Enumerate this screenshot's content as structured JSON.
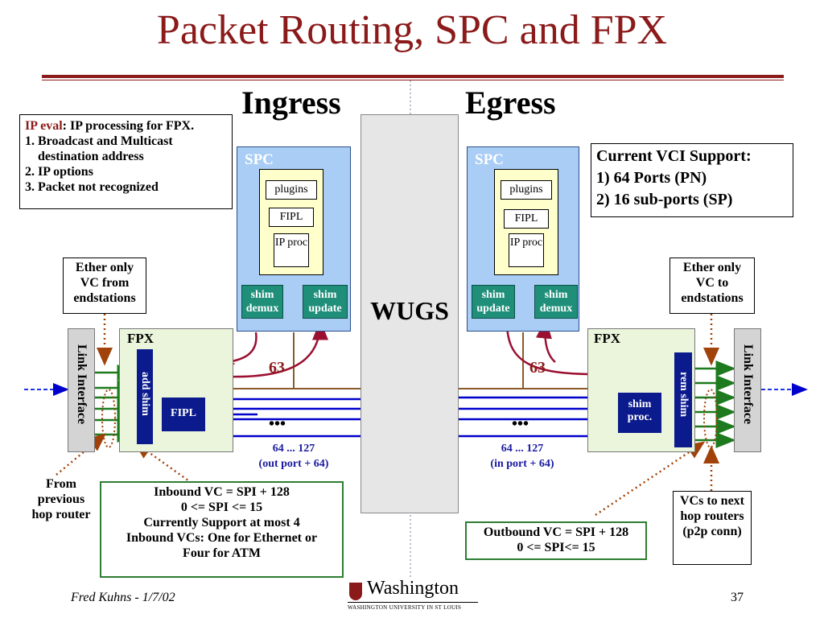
{
  "title": "Packet Routing, SPC and FPX",
  "ingress_label": "Ingress",
  "egress_label": "Egress",
  "wugs_label": "WUGS",
  "ip_eval": {
    "term": "IP eval",
    "desc": ": IP processing for FPX.",
    "items": [
      "Broadcast and Multicast destination address",
      "IP options",
      "Packet not recognized"
    ]
  },
  "vci_support": {
    "title": "Current VCI Support:",
    "lines": [
      "1) 64 Ports (PN)",
      "2) 16 sub-ports (SP)"
    ]
  },
  "ingress": {
    "spc_label": "SPC",
    "plugins": "plugins",
    "fipl": "FIPL",
    "ip_proc": "IP proc",
    "shim_left": "shim demux",
    "shim_right": "shim update",
    "fpx_label": "FPX",
    "add_shim": "add shim",
    "fpx_fipl": "FIPL",
    "link_interface": "Link Interface",
    "port63": "63",
    "dots": "•••",
    "ports_range": "64 ... 127",
    "ports_note": "(out port + 64)",
    "ether_note": "Ether only VC from endstations",
    "from_note": "From previous hop router",
    "inbound_box": [
      "Inbound VC = SPI + 128",
      "0 <= SPI <= 15",
      "Currently Support at most 4",
      "Inbound VCs: One for Ethernet or",
      "Four for ATM"
    ]
  },
  "egress": {
    "spc_label": "SPC",
    "plugins": "plugins",
    "fipl": "FIPL",
    "ip_proc": "IP proc",
    "shim_left": "shim update",
    "shim_right": "shim demux",
    "fpx_label": "FPX",
    "rem_shim": "rem shim",
    "shim_proc": "shim proc.",
    "link_interface": "Link Interface",
    "port63": "63",
    "dots": "•••",
    "ports_range": "64 ... 127",
    "ports_note": "(in port + 64)",
    "ether_note": "Ether only VC to endstations",
    "vcs_note": "VCs to next hop routers (p2p conn)",
    "outbound_box": [
      "Outbound VC = SPI + 128",
      "0 <= SPI<= 15"
    ]
  },
  "footer": {
    "author": "Fred Kuhns - 1/7/02",
    "logo_text": "Washington",
    "logo_sub": "WASHINGTON UNIVERSITY IN ST LOUIS",
    "page": "37"
  },
  "colors": {
    "title": "#8b1a1a",
    "spc": "#a9cdf5",
    "shim": "#1f8f7a",
    "fpx": "#ebf5dc",
    "navy": "#0b1a8c",
    "green": "#2e7d32",
    "blue": "#1a1aa0"
  }
}
